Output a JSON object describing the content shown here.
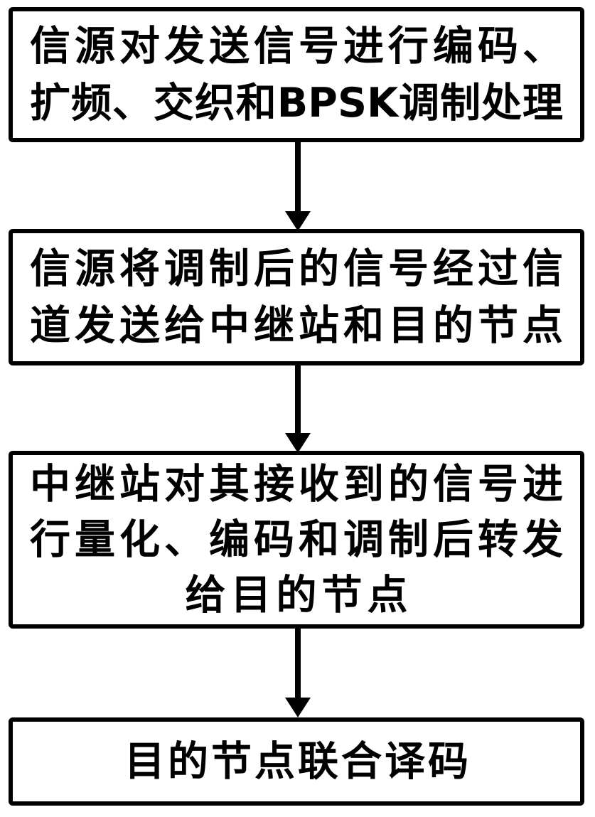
{
  "page": {
    "background_color": "#ffffff",
    "ink_color": "#000000",
    "type": "flowchart"
  },
  "flowchart": {
    "steps": [
      {
        "text": "信源对发送信号进行编码、扩频、交织和BPSK调制处理",
        "lines": [
          "信源对发送信号进行编码、",
          "扩频、交织和BPSK调制处理"
        ]
      },
      {
        "text": "信源将调制后的信号经过信道发送给中继站和目的节点",
        "lines": [
          "信源将调制后的信号经过信",
          "道发送给中继站和目的节点"
        ]
      },
      {
        "text": "中继站对其接收到的信号进行量化、编码和调制后转发给目的节点",
        "lines": [
          "中继站对其接收到的信号进",
          "行量化、编码和调制后转发",
          "给目的节点"
        ]
      },
      {
        "text": "目的节点联合译码",
        "lines": [
          "目的节点联合译码"
        ]
      }
    ],
    "connectors": [
      {
        "from_step": 1,
        "to_step": 2,
        "direction": "down"
      },
      {
        "from_step": 2,
        "to_step": 3,
        "direction": "down"
      },
      {
        "from_step": 3,
        "to_step": 4,
        "direction": "down"
      }
    ]
  }
}
